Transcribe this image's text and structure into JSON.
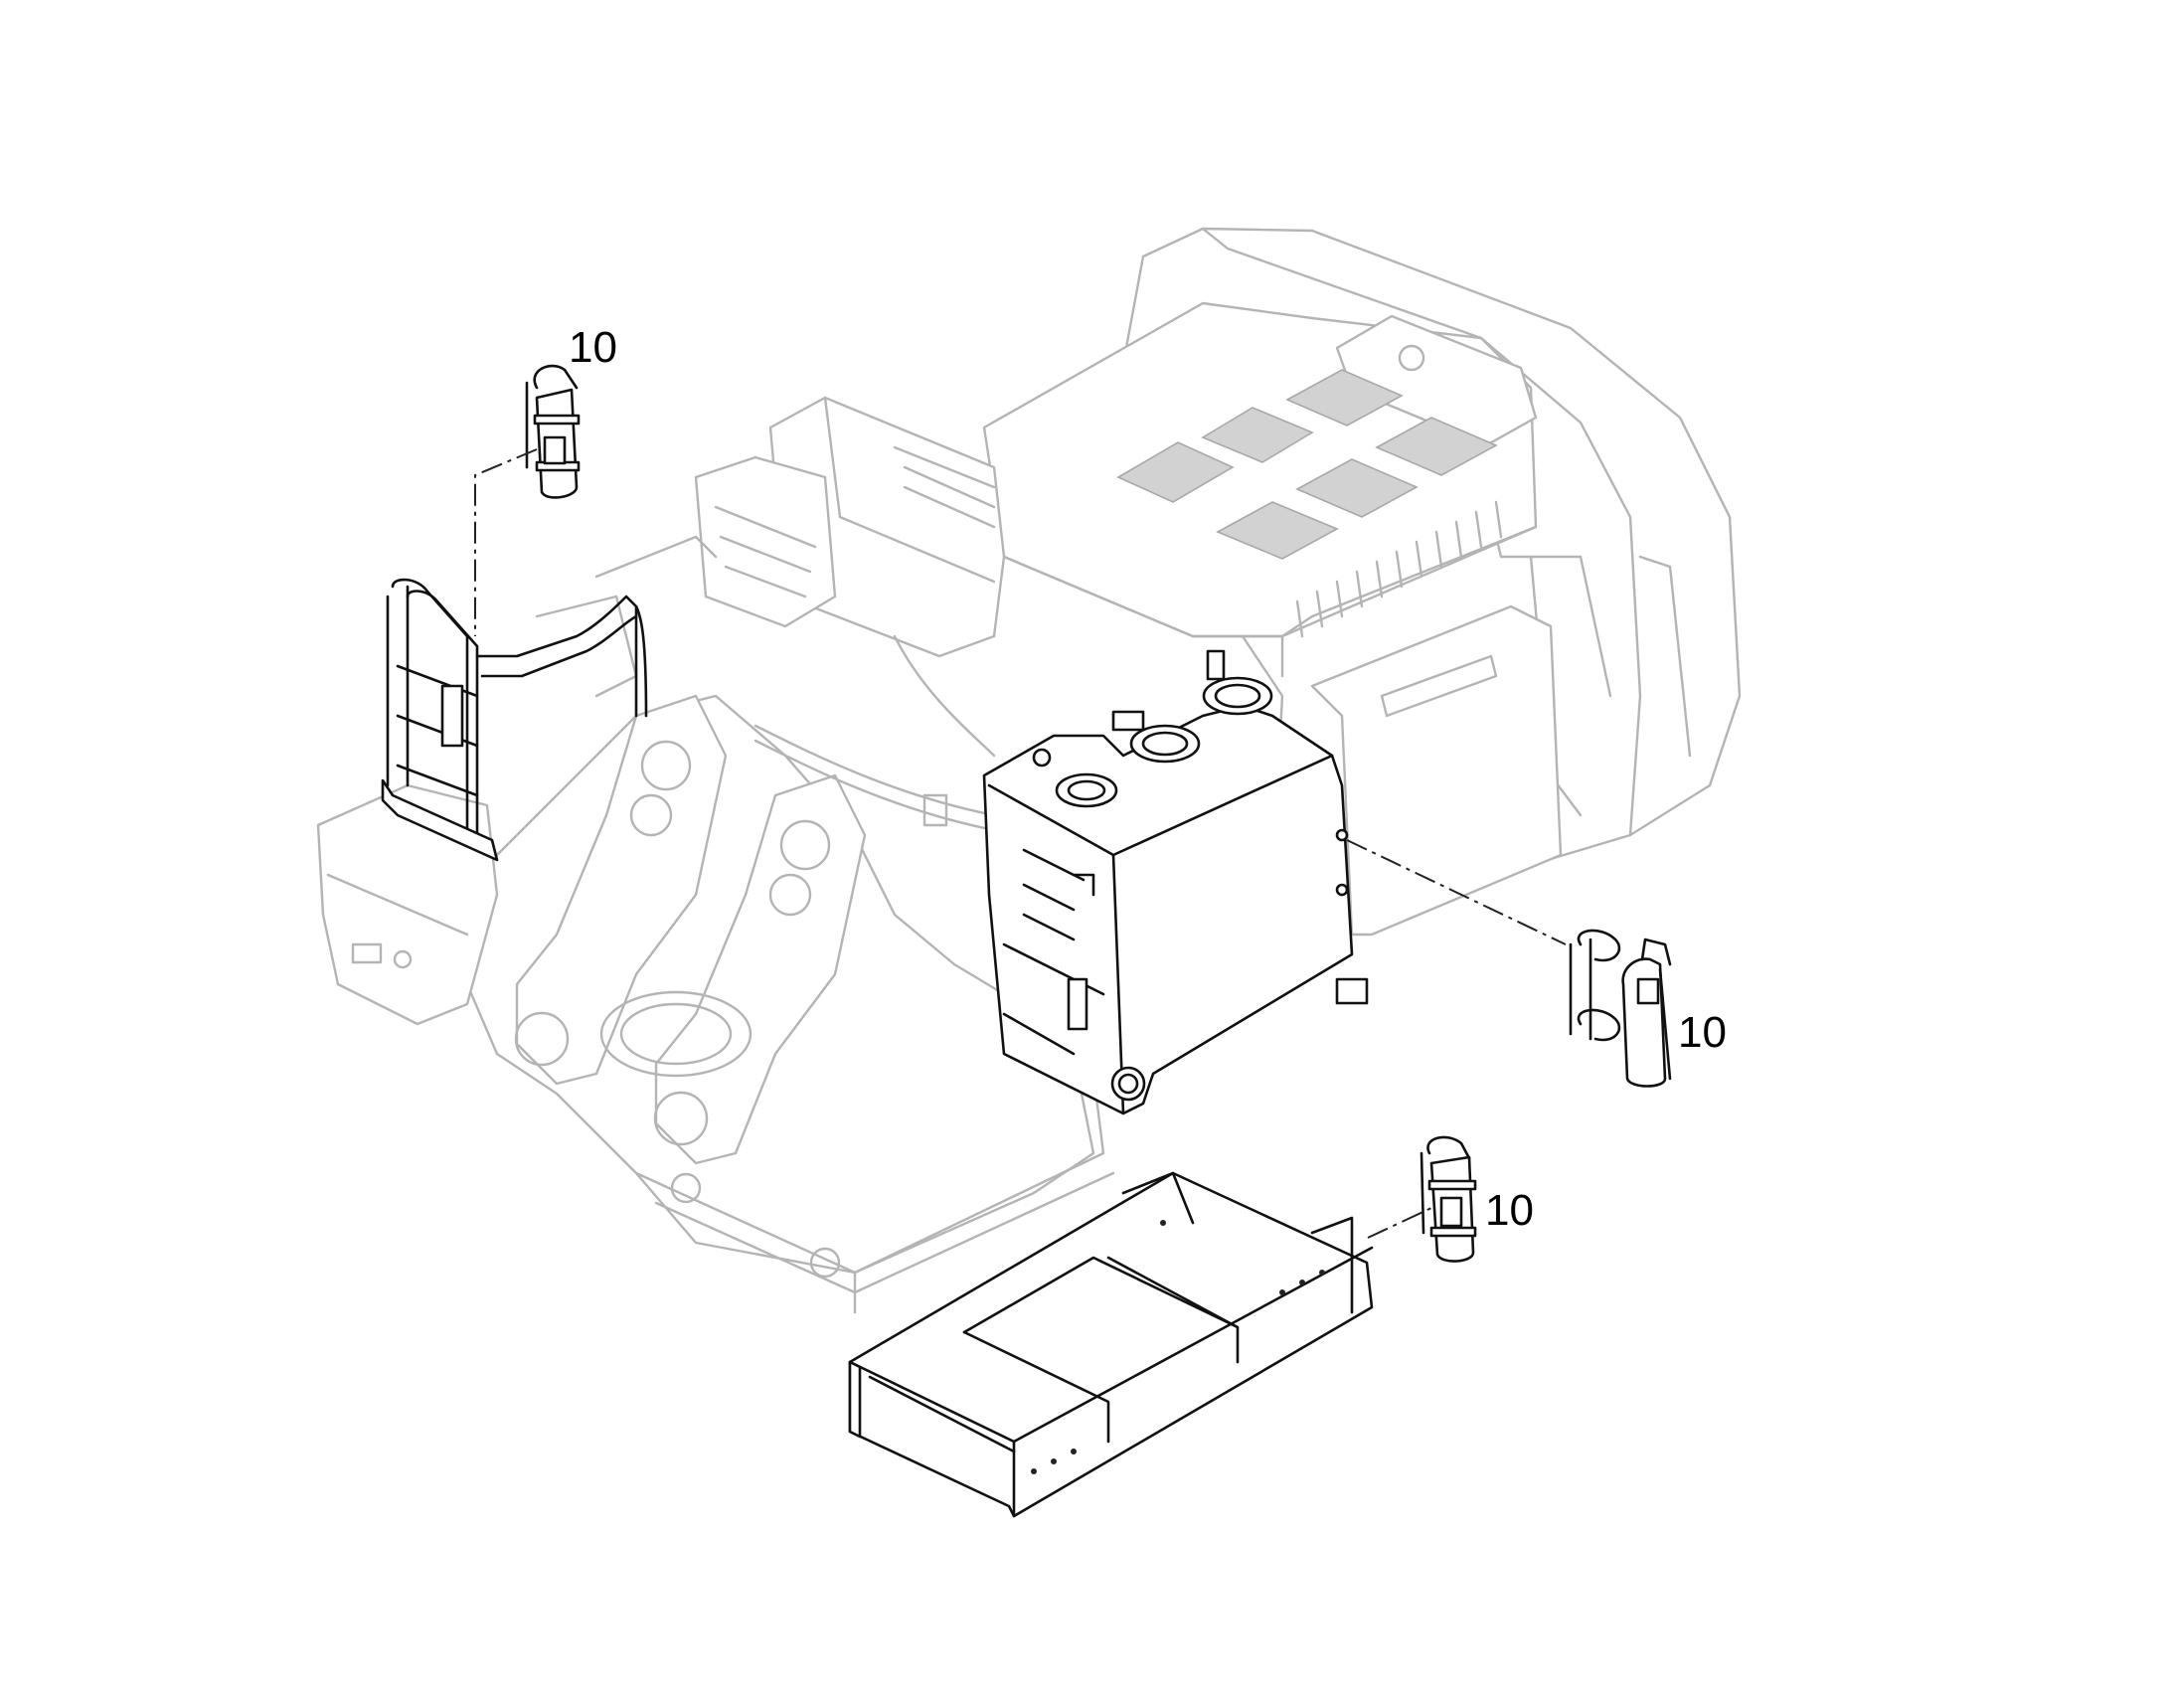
{
  "callouts": [
    {
      "id": "fire-extinguisher-upper-left",
      "label": "10"
    },
    {
      "id": "fire-extinguisher-right",
      "label": "10"
    },
    {
      "id": "fire-extinguisher-lower",
      "label": "10"
    }
  ],
  "colors": {
    "background": "#ffffff",
    "highlighted_line": "#111111",
    "context_line": "#b4b4b4",
    "mesh_fill": "#d2d2d2"
  }
}
